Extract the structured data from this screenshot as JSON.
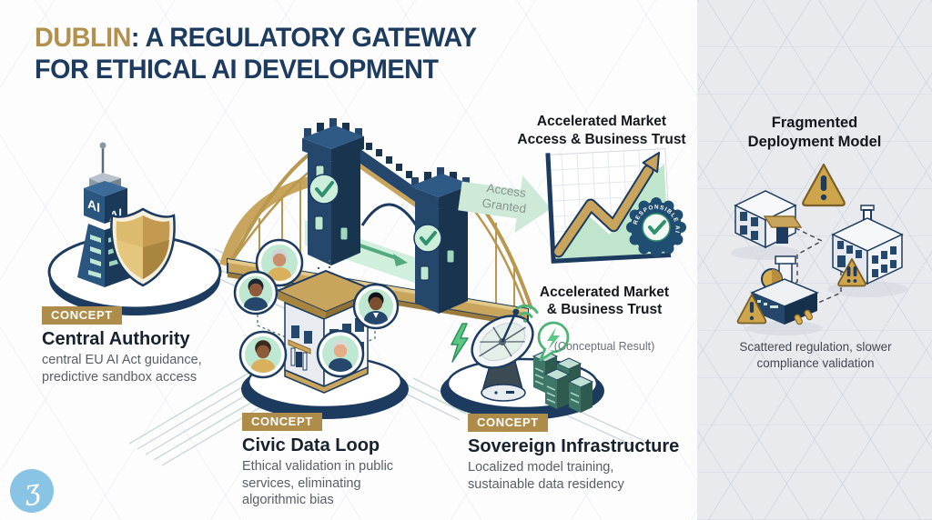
{
  "title": {
    "accent": "DUBLIN",
    "rest": ": A REGULATORY GATEWAY",
    "line2": "FOR ETHICAL AI DEVELOPMENT"
  },
  "tower_label": "AI",
  "concepts": {
    "central_authority": {
      "badge": "CONCEPT",
      "title": "Central Authority",
      "description": "central EU AI Act guidance,\npredictive sandbox access"
    },
    "civic_data_loop": {
      "badge": "CONCEPT",
      "title": "Civic Data Loop",
      "description": "Ethical validation in public\nservices, eliminating\nalgorithmic bias"
    },
    "sovereign_infrastructure": {
      "badge": "CONCEPT",
      "title": "Sovereign Infrastructure",
      "description": "Localized model training,\nsustainable data residency"
    }
  },
  "flow": {
    "access_label": "Access\nGranted",
    "outcome_top": "Accelerated Market\nAccess & Business Trust",
    "outcome_bottom": "Accelerated Market\n& Business Trust",
    "outcome_note": "(Conceptual Result)",
    "badge_seal": "RESPONSIBLE AI"
  },
  "side_panel": {
    "title": "Fragmented\nDeployment Model",
    "caption": "Scattered regulation, slower\ncompliance validation"
  },
  "logo": {
    "glyph": "ʒ"
  },
  "palette": {
    "navy": "#1d3b5f",
    "title_gold": "#b2914e",
    "badge_gold": "#ae8d4a",
    "deck_gold": "#c9a45c",
    "mint": "#cdeeda",
    "green": "#4db377",
    "alert_gold": "#cfa54b",
    "panel_bg": "#e8eaee",
    "logo_blue": "#8ac4e4"
  }
}
